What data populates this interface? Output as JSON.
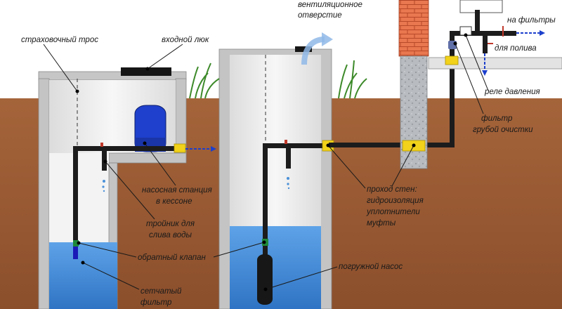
{
  "labels": {
    "safety_rope": "страховочный трос",
    "entry_hatch": "входной люк",
    "vent_hole_1": "вентиляционное",
    "vent_hole_2": "отверстие",
    "to_filters": "на фильтры",
    "for_watering": "для полива",
    "pressure_relay": "реле давления",
    "coarse_filter_1": "фильтр",
    "coarse_filter_2": "грубой очистки",
    "pump_station_1": "насосная станция",
    "pump_station_2": "в кессоне",
    "wall_passage_1": "проход стен:",
    "wall_passage_2": "гидроизоляция",
    "wall_passage_3": "уплотнители",
    "wall_passage_4": "муфты",
    "drain_tee_1": "тройник для",
    "drain_tee_2": "слива воды",
    "check_valve": "обратный клапан",
    "submersible_pump": "погружной насос",
    "mesh_filter_1": "сетчатый",
    "mesh_filter_2": "фильтр"
  },
  "colors": {
    "soil": "#9a5a34",
    "sky": "#ffffff",
    "concrete": "#c9c9c9",
    "well_inner": "#f1f1f1",
    "water": "#4a90d8",
    "pipe": "#1c1c1c",
    "coupling": "#f2d21a",
    "accumulator": "#1d3fc8",
    "brick": "#e8704a",
    "grass": "#3d8a2a"
  }
}
